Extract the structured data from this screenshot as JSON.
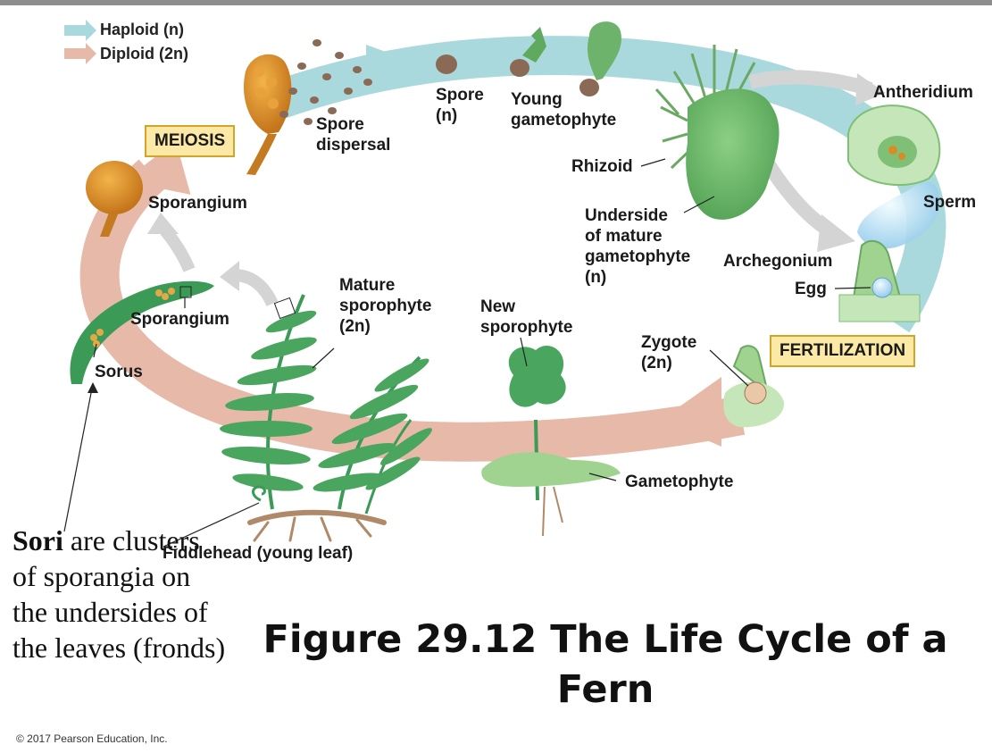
{
  "legend": {
    "haploid": "Haploid (n)",
    "diploid": "Diploid (2n)"
  },
  "stages": {
    "meiosis": "MEIOSIS",
    "fertilization": "FERTILIZATION"
  },
  "labels": {
    "spore_dispersal_1": "Spore",
    "spore_dispersal_2": "dispersal",
    "spore_1": "Spore",
    "spore_2": "(n)",
    "young_gametophyte_1": "Young",
    "young_gametophyte_2": "gametophyte",
    "antheridium": "Antheridium",
    "rhizoid": "Rhizoid",
    "sperm": "Sperm",
    "underside_1": "Underside",
    "underside_2": "of mature",
    "underside_3": "gametophyte",
    "underside_4": "(n)",
    "archegonium": "Archegonium",
    "egg": "Egg",
    "sporangium_top": "Sporangium",
    "sporangium_low": "Sporangium",
    "sorus": "Sorus",
    "mature_sporophyte_1": "Mature",
    "mature_sporophyte_2": "sporophyte",
    "mature_sporophyte_3": "(2n)",
    "new_sporophyte_1": "New",
    "new_sporophyte_2": "sporophyte",
    "zygote_1": "Zygote",
    "zygote_2": "(2n)",
    "gametophyte": "Gametophyte",
    "fiddlehead": "Fiddlehead (young leaf)"
  },
  "note": {
    "bold": "Sori",
    "rest": " are clusters of sporangia on the undersides of the leaves (fronds)"
  },
  "title": "Figure 29.12 The Life Cycle of a Fern",
  "copyright": "© 2017 Pearson Education, Inc.",
  "colors": {
    "haploid_arrow": "#a9d9dc",
    "diploid_arrow": "#e7b9a9",
    "gametophyte_green": "#6db36b",
    "sporophyte_green": "#3a9a56",
    "sporangium_orange": "#d98b24",
    "stage_box_fill": "#fde9a6",
    "stage_box_border": "#d1a52a"
  },
  "icons": [
    "haploid-arrow-icon",
    "diploid-arrow-icon"
  ]
}
